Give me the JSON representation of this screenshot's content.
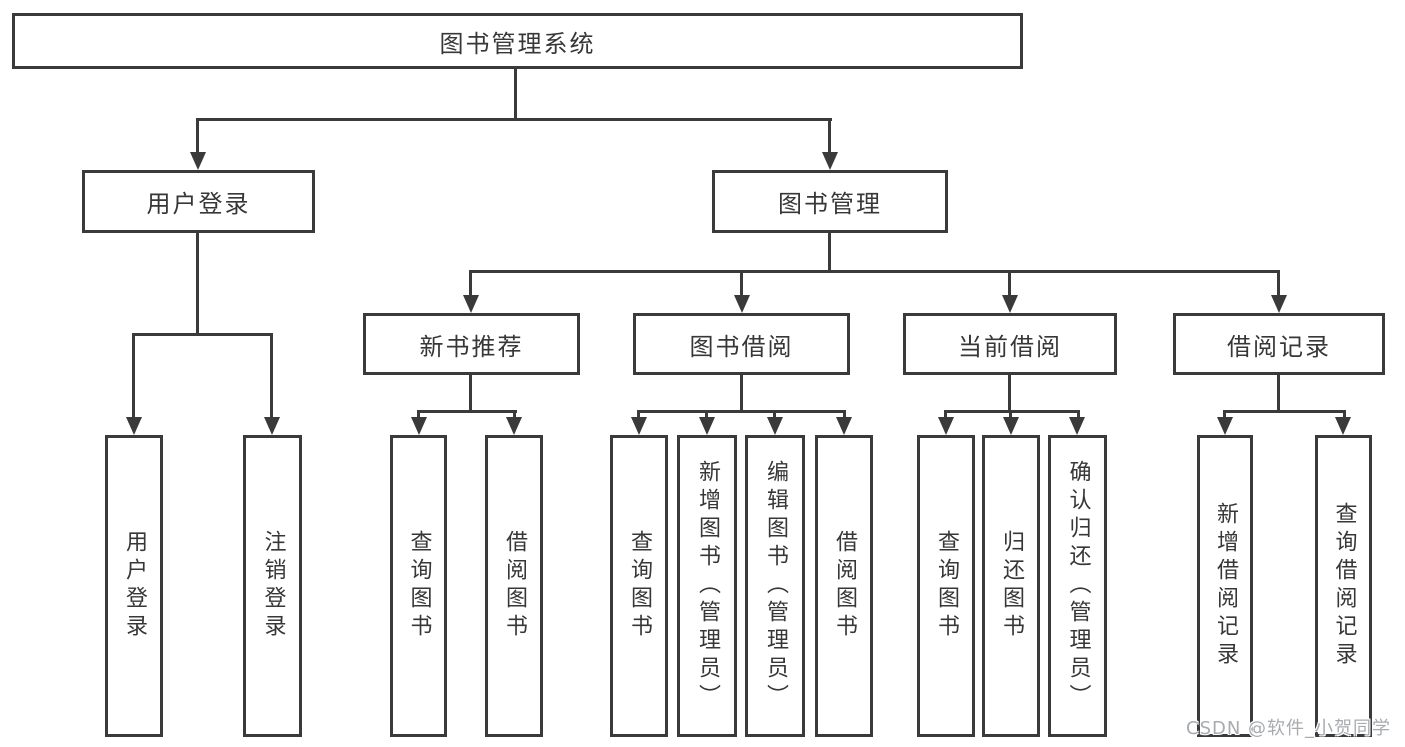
{
  "diagram_title": "图书管理系统",
  "nodes": {
    "root": "图书管理系统",
    "l2": [
      "用户登录",
      "图书管理"
    ],
    "l3": [
      "新书推荐",
      "图书借阅",
      "当前借阅",
      "借阅记录"
    ],
    "leaves": [
      "用户登录",
      "注销登录",
      "查询图书",
      "借阅图书",
      "查询图书",
      "新增图书（管理员）",
      "编辑图书（管理员）",
      "借阅图书",
      "查询图书",
      "归还图书",
      "确认归还（管理员）",
      "新增借阅记录",
      "查询借阅记录"
    ]
  },
  "structure": {
    "图书管理系统": {
      "用户登录": [
        "用户登录",
        "注销登录"
      ],
      "图书管理": {
        "新书推荐": [
          "查询图书",
          "借阅图书"
        ],
        "图书借阅": [
          "查询图书",
          "新增图书（管理员）",
          "编辑图书（管理员）",
          "借阅图书"
        ],
        "当前借阅": [
          "查询图书",
          "归还图书",
          "确认归还（管理员）"
        ],
        "借阅记录": [
          "新增借阅记录",
          "查询借阅记录"
        ]
      }
    }
  },
  "watermark": "CSDN @软件_小贺同学",
  "colors": {
    "line": "#3a3a3a",
    "text": "#373737",
    "background": "#ffffff",
    "watermark": "#a8abaf"
  }
}
